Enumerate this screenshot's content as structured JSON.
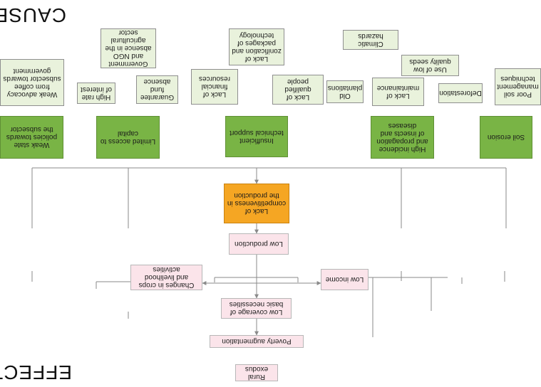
{
  "headings": {
    "causes": "CAUSES",
    "effects": "EFFECTS"
  },
  "sub_causes": {
    "weak_advocacy": "Weak advocacy from coffee subsector towards government",
    "high_interest": "High rate of interest",
    "guarantee_absence": "Guarantee fund absence",
    "gov_ngo_absence": "Government and NGO absence in the agricultural sector",
    "lack_financial": "Lack of financial resources",
    "lack_qualified": "Lack of qualified people",
    "lack_zonification": "Lack of zonification and packages of technology",
    "old_plantations": "Old plantations",
    "lack_maintenance": "Lack of maintainance",
    "climatic_hazards": "Climatic hazards",
    "low_quality_seeds": "Use of low quality seeds",
    "deforestation": "Deforestation",
    "poor_soil": "Poor soil management techniques"
  },
  "main_causes": {
    "weak_state": "Weak state policies towards the subsector",
    "limited_access": "Limited access to capital",
    "insufficient_tech": "Insufficient technical support",
    "pests": "High incidence and propagation of insects and diseases",
    "soil_erosion": "Soil erosion"
  },
  "core_problem": "Lack of competitiveness in the production",
  "effects": {
    "low_production": "Low production",
    "changes_crops": "Changes in crops and livelihood activities",
    "low_income": "Low income",
    "low_coverage": "Low coverage of basic necessities",
    "poverty": "Poverty augmentation",
    "rural_exodus": "Rural exodus"
  },
  "colors": {
    "sub_cause_fill": "#e9f2dc",
    "main_cause_fill": "#79b445",
    "core_problem_fill": "#f5a623",
    "effect_fill": "#fbe4ea",
    "connector": "#8a8a8a"
  }
}
